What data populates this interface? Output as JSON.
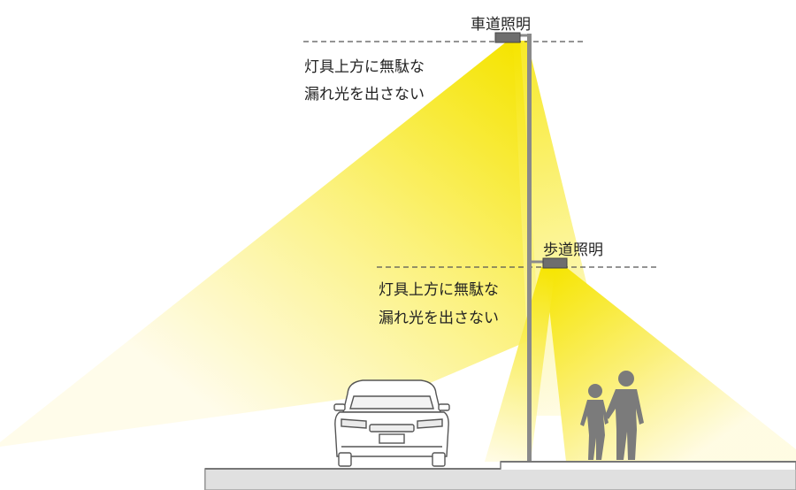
{
  "road_light": {
    "label": "車道照明",
    "note_line1": "灯具上方に無駄な",
    "note_line2": "漏れ光を出さない"
  },
  "sidewalk_light": {
    "label": "歩道照明",
    "note_line1": "灯具上方に無駄な",
    "note_line2": "漏れ光を出さない"
  },
  "colors": {
    "light_core": "#f6e500",
    "light_fade": "#fff8c8",
    "pole": "#8a8a8a",
    "luminaire": "#6e6e6e",
    "silhouette": "#7b7b7b",
    "ground": "#8c8c8c"
  }
}
